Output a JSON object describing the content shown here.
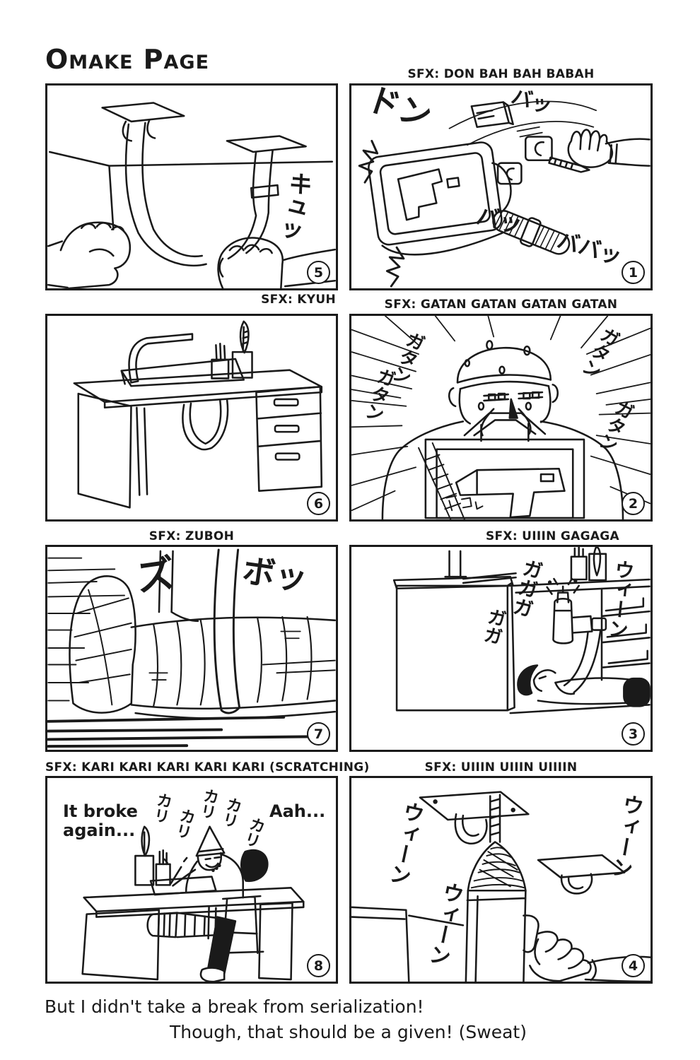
{
  "page": {
    "title": "Omake Page"
  },
  "footer": {
    "line1": "But I didn't take a break from serialization!",
    "line2": "Though, that should be a given! (Sweat)"
  },
  "panels": {
    "p1": {
      "number": "1",
      "caption": "SFX: DON BAH BAH BABAH",
      "sfx": {
        "don": "ドン",
        "ba_top": "バッ",
        "ba_mid": "バッ",
        "baba": "ババッ"
      }
    },
    "p2": {
      "number": "2",
      "caption": "SFX: GATAN GATAN GATAN GATAN",
      "sfx": {
        "gatan1": "ガタン",
        "gatan2": "ガタン",
        "gatan3": "ガタン",
        "gatan4": "ガタン"
      }
    },
    "p3": {
      "number": "3",
      "caption": "SFX: UIIIN GAGAGA",
      "sfx": {
        "gagaga": "ガガガ",
        "gaga": "ガガ",
        "uiin": "ウィーン"
      }
    },
    "p4": {
      "number": "4",
      "caption": "SFX: UIIIN UIIIN UIIIIN",
      "sfx": {
        "uiin1": "ウィーン",
        "uiin2": "ウィーン",
        "uiin3": "ウィーン"
      }
    },
    "p5": {
      "number": "5",
      "caption": "SFX: KYUH",
      "sfx": {
        "kyu": "キュッ"
      }
    },
    "p6": {
      "number": "6"
    },
    "p7": {
      "number": "7",
      "caption": "SFX: ZUBOH",
      "sfx": {
        "zu": "ズ",
        "bo": "ボッ"
      }
    },
    "p8": {
      "number": "8",
      "caption": "SFX: KARI KARI KARI KARI KARI (SCRATCHING)",
      "dialogue": {
        "broke": "It broke again...",
        "aah": "Aah..."
      },
      "sfx": {
        "kari1": "カリ",
        "kari2": "カリ",
        "kari3": "カリ",
        "kari4": "カリ",
        "kari5": "カリ"
      }
    }
  }
}
